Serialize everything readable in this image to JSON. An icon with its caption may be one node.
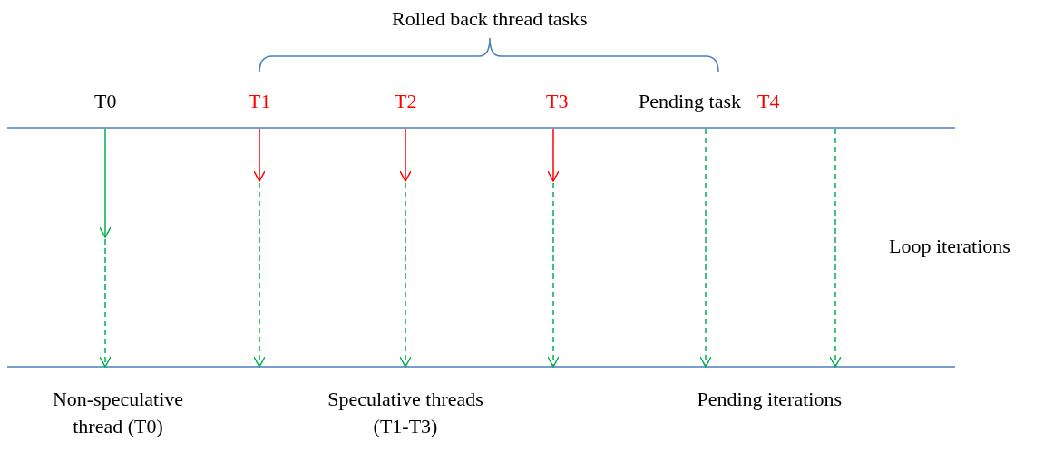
{
  "diagram": {
    "labels": [
      "Rolled back thread tasks",
      "T0",
      "T1",
      "T2",
      "T3",
      "Pending task",
      "T4",
      "Loop iterations",
      "Non-speculative thread (T0)",
      "Speculative threads (T1-T3)",
      "Pending iterations"
    ]
  }
}
